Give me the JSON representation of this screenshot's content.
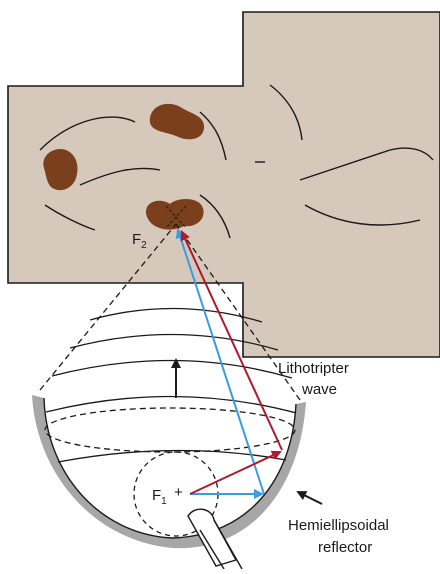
{
  "diagram": {
    "labels": {
      "focus_f2": "F",
      "focus_f2_sub": "2",
      "focus_f1": "F",
      "focus_f1_sub": "1",
      "wave_line1": "Lithotripter",
      "wave_line2": "wave",
      "reflector_line1": "Hemiellipsoidal",
      "reflector_line2": "reflector"
    },
    "colors": {
      "skin": "#d6c8bb",
      "kidney": "#7a3f1d",
      "reflector": "#a7a7a7",
      "ray_blue": "#3a9be0",
      "ray_red": "#b0182e",
      "outline": "#1a1a1a"
    }
  }
}
